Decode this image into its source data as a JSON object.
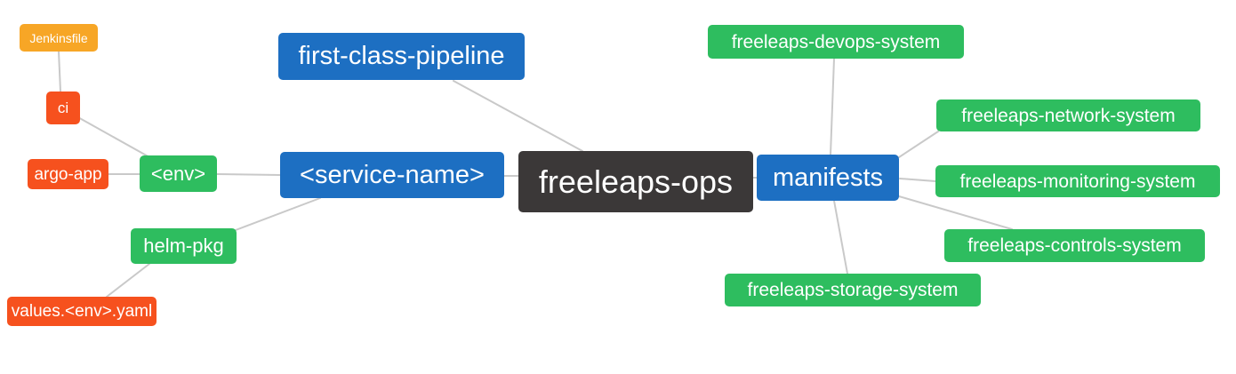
{
  "palette": {
    "root_node": "#3b3838",
    "branch_blue": "#1d6fc2",
    "leaf_green": "#2ebd5f",
    "leaf_orange": "#f7a626",
    "leaf_red": "#f6511e",
    "edge_line": "#c9c9c9",
    "node_text": "#ffffff",
    "background": "#ffffff"
  },
  "mindmap": {
    "type": "mindmap-diagram",
    "root": {
      "label": "freeleaps-ops",
      "color": "#3b3838"
    },
    "nodes": {
      "jenkinsfile": {
        "label": "Jenkinsfile",
        "color": "#f7a626"
      },
      "ci": {
        "label": "ci",
        "color": "#f6511e"
      },
      "argo_app": {
        "label": "argo-app",
        "color": "#f6511e"
      },
      "env": {
        "label": "<env>",
        "color": "#2ebd5f"
      },
      "helm_pkg": {
        "label": "helm-pkg",
        "color": "#2ebd5f"
      },
      "values_env_yaml": {
        "label": "values.<env>.yaml",
        "color": "#f6511e"
      },
      "first_class_pipeline": {
        "label": "first-class-pipeline",
        "color": "#1d6fc2"
      },
      "service_name": {
        "label": "<service-name>",
        "color": "#1d6fc2"
      },
      "freeleaps_ops": {
        "label": "freeleaps-ops",
        "color": "#3b3838"
      },
      "manifests": {
        "label": "manifests",
        "color": "#1d6fc2"
      },
      "devops_system": {
        "label": "freeleaps-devops-system",
        "color": "#2ebd5f"
      },
      "network_system": {
        "label": "freeleaps-network-system",
        "color": "#2ebd5f"
      },
      "monitoring_system": {
        "label": "freeleaps-monitoring-system",
        "color": "#2ebd5f"
      },
      "controls_system": {
        "label": "freeleaps-controls-system",
        "color": "#2ebd5f"
      },
      "storage_system": {
        "label": "freeleaps-storage-system",
        "color": "#2ebd5f"
      }
    },
    "edges": [
      [
        "Jenkinsfile",
        "ci"
      ],
      [
        "ci",
        "<env>"
      ],
      [
        "argo-app",
        "<env>"
      ],
      [
        "<env>",
        "<service-name>"
      ],
      [
        "helm-pkg",
        "<service-name>"
      ],
      [
        "values.<env>.yaml",
        "helm-pkg"
      ],
      [
        "<service-name>",
        "freeleaps-ops"
      ],
      [
        "first-class-pipeline",
        "freeleaps-ops"
      ],
      [
        "freeleaps-ops",
        "manifests"
      ],
      [
        "manifests",
        "freeleaps-devops-system"
      ],
      [
        "manifests",
        "freeleaps-network-system"
      ],
      [
        "manifests",
        "freeleaps-monitoring-system"
      ],
      [
        "manifests",
        "freeleaps-controls-system"
      ],
      [
        "manifests",
        "freeleaps-storage-system"
      ]
    ]
  }
}
